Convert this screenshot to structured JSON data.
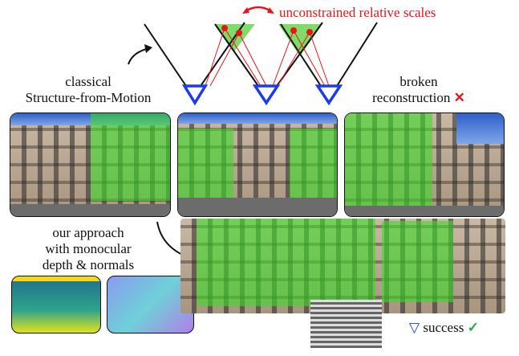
{
  "labels": {
    "unconstrained": "unconstrained relative scales",
    "classical_line1": "classical",
    "classical_line2": "Structure-from-Motion",
    "broken_line1": "broken",
    "broken_line2": "reconstruction",
    "approach_line1": "our approach",
    "approach_line2": "with monocular",
    "approach_line3": "depth & normals",
    "success": "success"
  },
  "icons": {
    "fail": "cross-mark",
    "ok": "check-mark"
  },
  "colors": {
    "red": "#e8141b",
    "blue": "#1a3cf0",
    "green": "#3cdc28",
    "check": "#2aa84a"
  }
}
